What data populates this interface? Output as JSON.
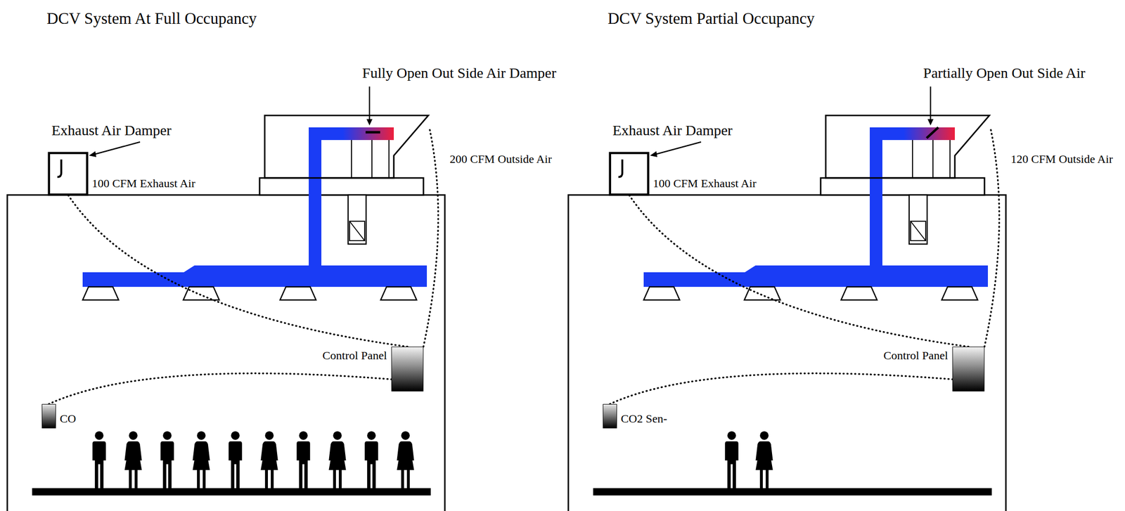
{
  "diagram": {
    "nodes": [
      {
        "text": [
          "Exhaust Air Damper"
        ]
      },
      {
        "text": [
          "Fully Open Out Side Air Damper"
        ]
      },
      {
        "text": [
          "Control Panel"
        ]
      },
      {
        "text": [
          "CO"
        ]
      },
      {
        "text": [
          "Exhaust Air Damper"
        ]
      },
      {
        "text": [
          "Partially Open Out Side Air"
        ]
      },
      {
        "text": [
          "Control Panel"
        ]
      },
      {
        "text": [
          "CO2 Sen-"
        ]
      }
    ],
    "edges": [
      {
        "from": 3,
        "to": 2,
        "arrow": "none"
      },
      {
        "from": 2,
        "to": 0,
        "arrow": "none"
      },
      {
        "from": 2,
        "to": 1,
        "arrow": "none"
      },
      {
        "from": 7,
        "to": 6,
        "arrow": "none"
      },
      {
        "from": 6,
        "to": 4,
        "arrow": "none"
      },
      {
        "from": 6,
        "to": 5,
        "arrow": "none"
      }
    ],
    "labels": [
      "DCV System At Full Occupancy",
      "100 CFM Exhaust Air",
      "200 CFM Outside Air",
      "DCV System Partial Occupancy",
      "100 CFM Exhaust Air",
      "120 CFM Outside Air"
    ]
  }
}
